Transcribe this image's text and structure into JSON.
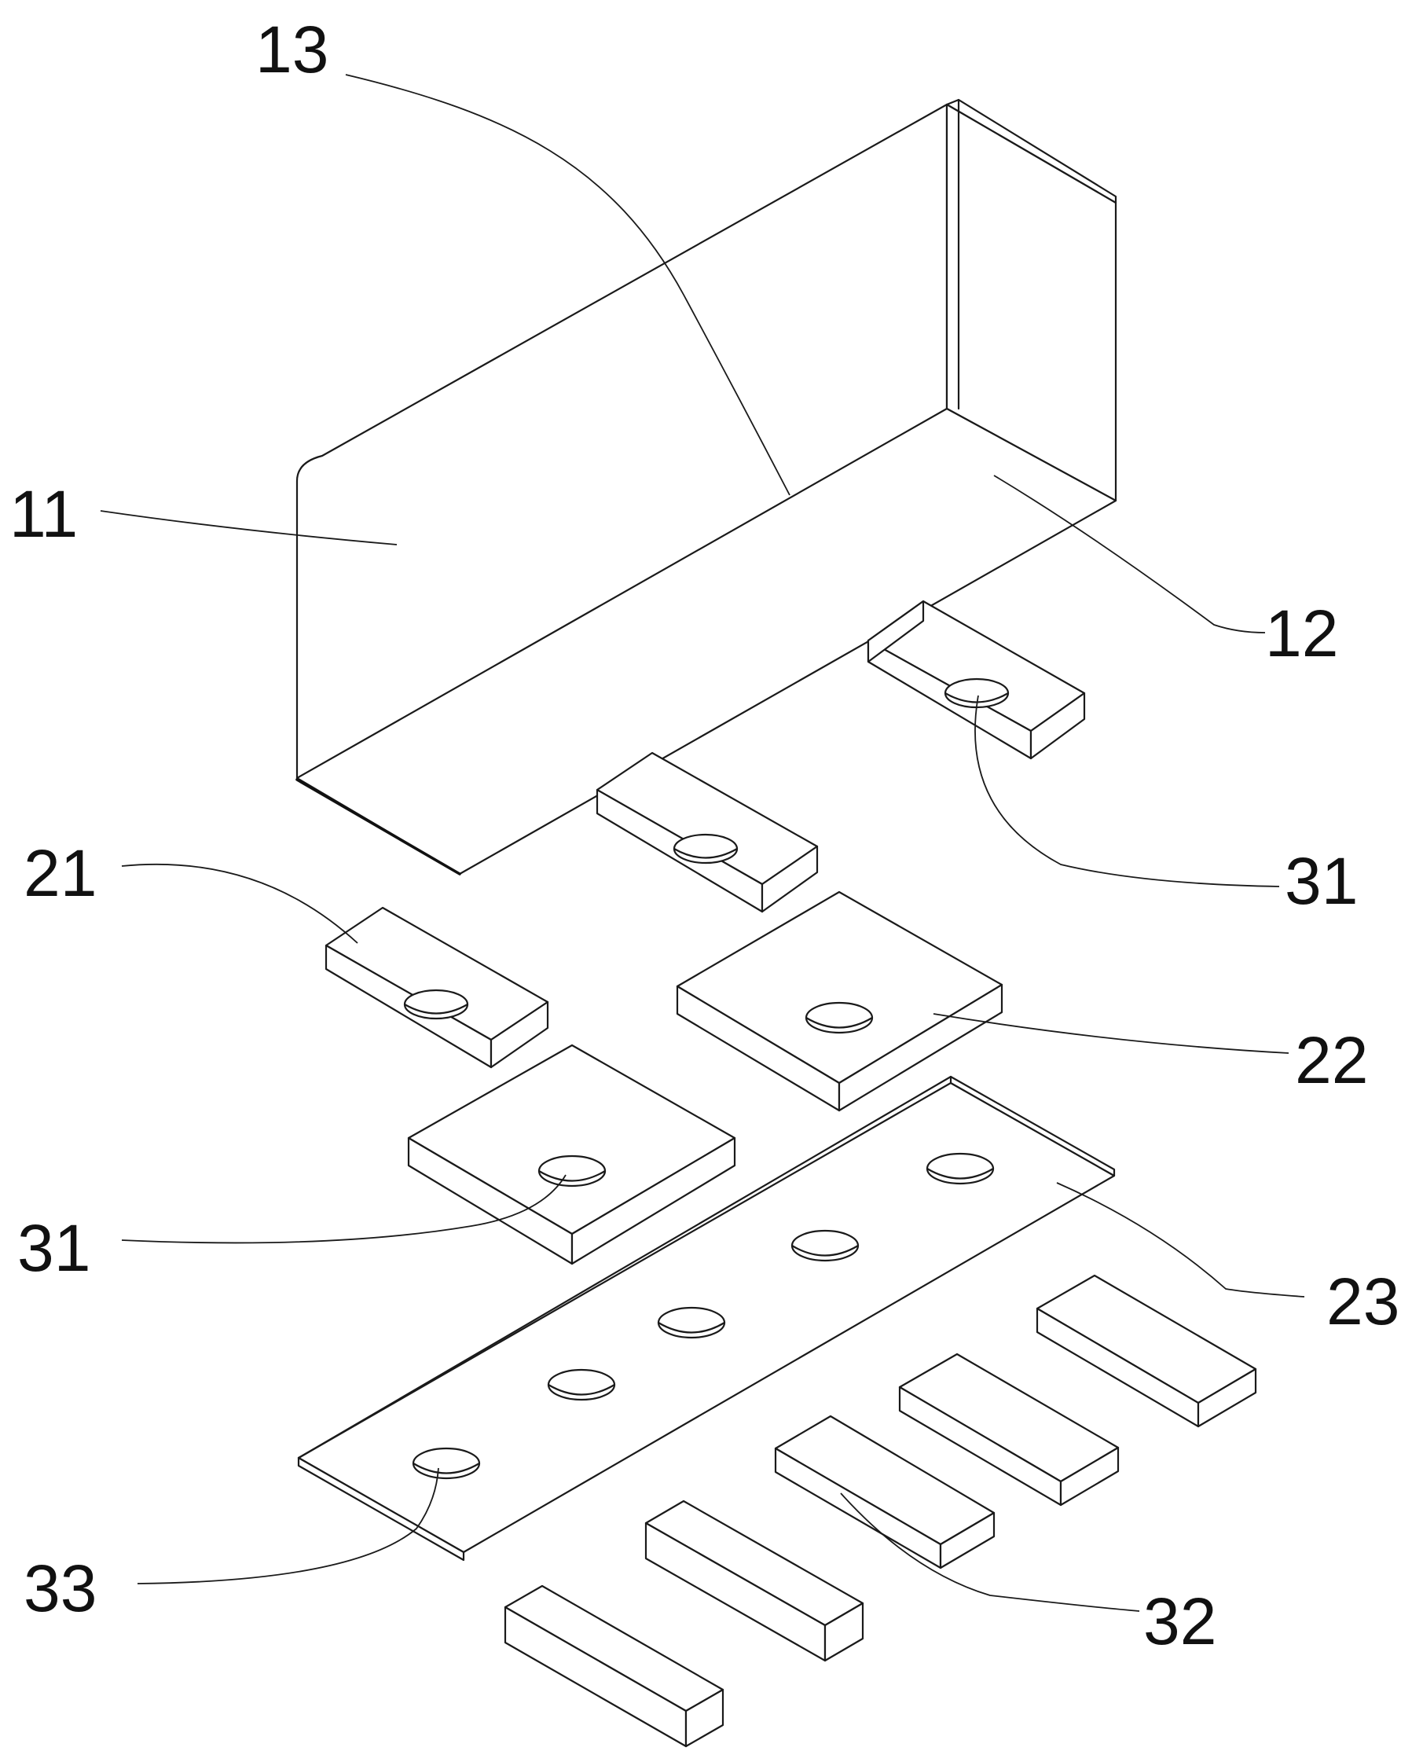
{
  "figure": {
    "labels": {
      "l13": "13",
      "l11": "11",
      "l12": "12",
      "l21": "21",
      "l31a": "31",
      "l22": "22",
      "l31b": "31",
      "l23": "23",
      "l33": "33",
      "l32": "32"
    }
  }
}
